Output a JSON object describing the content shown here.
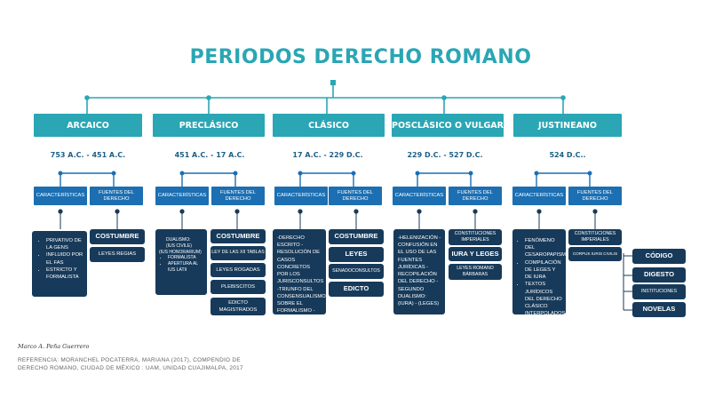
{
  "title": "PERIODOS DERECHO ROMANO",
  "labels": {
    "characteristics": "CARACTERÍSTICAS",
    "sources": "FUENTES DEL DERECHO"
  },
  "periods": [
    {
      "name": "ARCAICO",
      "dates": "753 A.C. - 451 A.C.",
      "characteristics": [
        "PRIVATIVO DE LA GENS",
        "INFLUIDO POR EL FAS",
        "ESTRICTO Y FORMALISTA"
      ],
      "sources": [
        "COSTUMBRE",
        "LEYES REGIAS"
      ]
    },
    {
      "name": "PRECLÁSICO",
      "dates": "451 A.C. - 17 A.C.",
      "characteristics_lines": [
        "DUALISMO:",
        "(IUS CIVILE)",
        "(IUS HONORARIUM)"
      ],
      "characteristics": [
        "FORMALISTA",
        "APERTURA AL IUS LATII"
      ],
      "sources": [
        "COSTUMBRE",
        "LEY DE LAS XII TABLAS",
        "LEYES ROGADAS",
        "PLEBISCITOS",
        "EDICTO MAGISTRADOS"
      ]
    },
    {
      "name": "CLÁSICO",
      "dates": "17 A.C. - 229 D.C.",
      "characteristics_text": "-DERECHO ESCRITO -RESOLUCIÓN DE CASOS CONCRETOS POR LOS JURISCONSULTOS -TRIUNFO DEL CONSENSUALISMO SOBRE EL FORMALISMO -VALOR JURÍDICO: LA EQUIDAD",
      "sources": [
        "COSTUMBRE",
        "LEYES",
        "SENADOCONSULTOS",
        "EDICTO"
      ]
    },
    {
      "name": "POSCLÁSICO O VULGAR",
      "dates": "229 D.C. - 527 D.C.",
      "characteristics_text": "-HELENIZACIÓN -CONFUSIÓN EN EL USO DE LAS FUENTES JURÍDICAS -RECOPILACIÓN DEL DERECHO -SEGUNDO DUALISMO: (IURA) - (LEGES)",
      "sources": [
        "CONSTITUCIONES IMPERIALES",
        "IURA Y LEGES",
        "LEYES ROMANO BÁRBARAS"
      ]
    },
    {
      "name": "JUSTINEANO",
      "dates": "524 D.C..",
      "characteristics": [
        "FENÓMENO DEL CESAROPAPISMO",
        "COMPILACIÓN DE LEGES Y DE IURA",
        "TEXTOS JURÍDICOS DEL DERECHO CLÁSICO INTERPOLADOS"
      ],
      "sources": [
        "CONSTITUCIONES IMPERIALES",
        "CORPUS IURIS CIVILIS"
      ],
      "corpus_parts": [
        "CÓDIGO",
        "DIGESTO",
        "INSTITUCIONES",
        "NOVELAS"
      ]
    }
  ],
  "author": "Marco A. Peña Guerrero",
  "reference": "REFERENCIA: MORANCHEL POCATERRA, MARIANA (2017), COMPENDIO DE DERECHO ROMANO, CIUDAD DE MÉXICO : UAM, UNIDAD CUAJIMALPA, 2017"
}
